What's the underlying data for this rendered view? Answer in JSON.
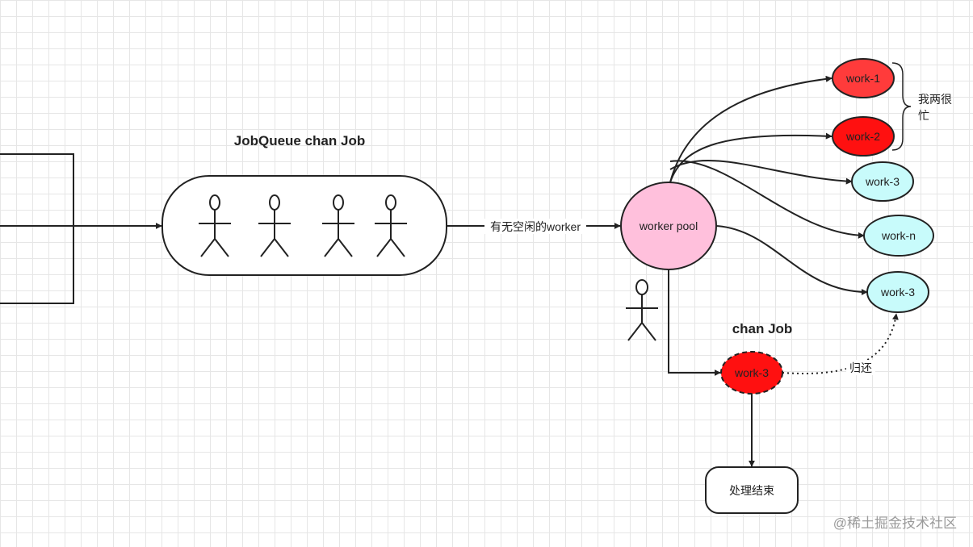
{
  "queue": {
    "title": "JobQueue chan Job",
    "worker_count": 4
  },
  "edge_labels": {
    "has_idle_worker": "有无空闲的worker",
    "return": "归还"
  },
  "pool": {
    "label": "worker pool",
    "fill": "#ffc0dc"
  },
  "workers": [
    {
      "label": "work-1",
      "state": "busy",
      "fill": "#ff3b3b"
    },
    {
      "label": "work-2",
      "state": "busy",
      "fill": "#ff1010"
    },
    {
      "label": "work-3",
      "state": "idle",
      "fill": "#c8fbfb"
    },
    {
      "label": "work-n",
      "state": "idle",
      "fill": "#c8fbfb"
    },
    {
      "label": "work-3",
      "state": "idle",
      "fill": "#c8fbfb"
    }
  ],
  "busy_note": "我两很忙",
  "chan_job": {
    "title": "chan Job",
    "worker_label": "work-3",
    "fill": "#ff1010"
  },
  "result": {
    "label": "处理结束"
  },
  "watermark": "@稀土掘金技术社区"
}
